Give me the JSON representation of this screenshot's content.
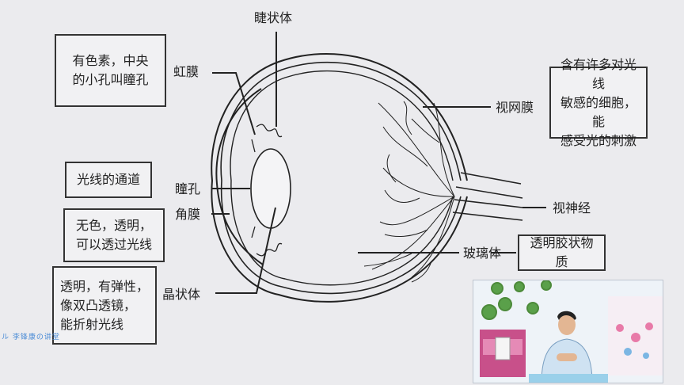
{
  "labels": {
    "ciliary_body": "睫状体",
    "iris": "虹膜",
    "pupil": "瞳孔",
    "cornea": "角膜",
    "lens": "晶状体",
    "retina": "视网膜",
    "optic_nerve": "视神经",
    "vitreous": "玻璃体"
  },
  "notes": {
    "iris_note": "有色素，中央\n的小孔叫瞳孔",
    "pupil_note": "光线的通道",
    "cornea_note": "无色，透明，\n可以透过光线",
    "lens_note": "透明，有弹性，\n像双凸透镜，\n能折射光线",
    "retina_note": "含有许多对光线\n敏感的细胞，能\n感受光的刺激",
    "vitreous_note": "透明胶状物质"
  },
  "watermark": "ル 李锋康の讲堂"
}
